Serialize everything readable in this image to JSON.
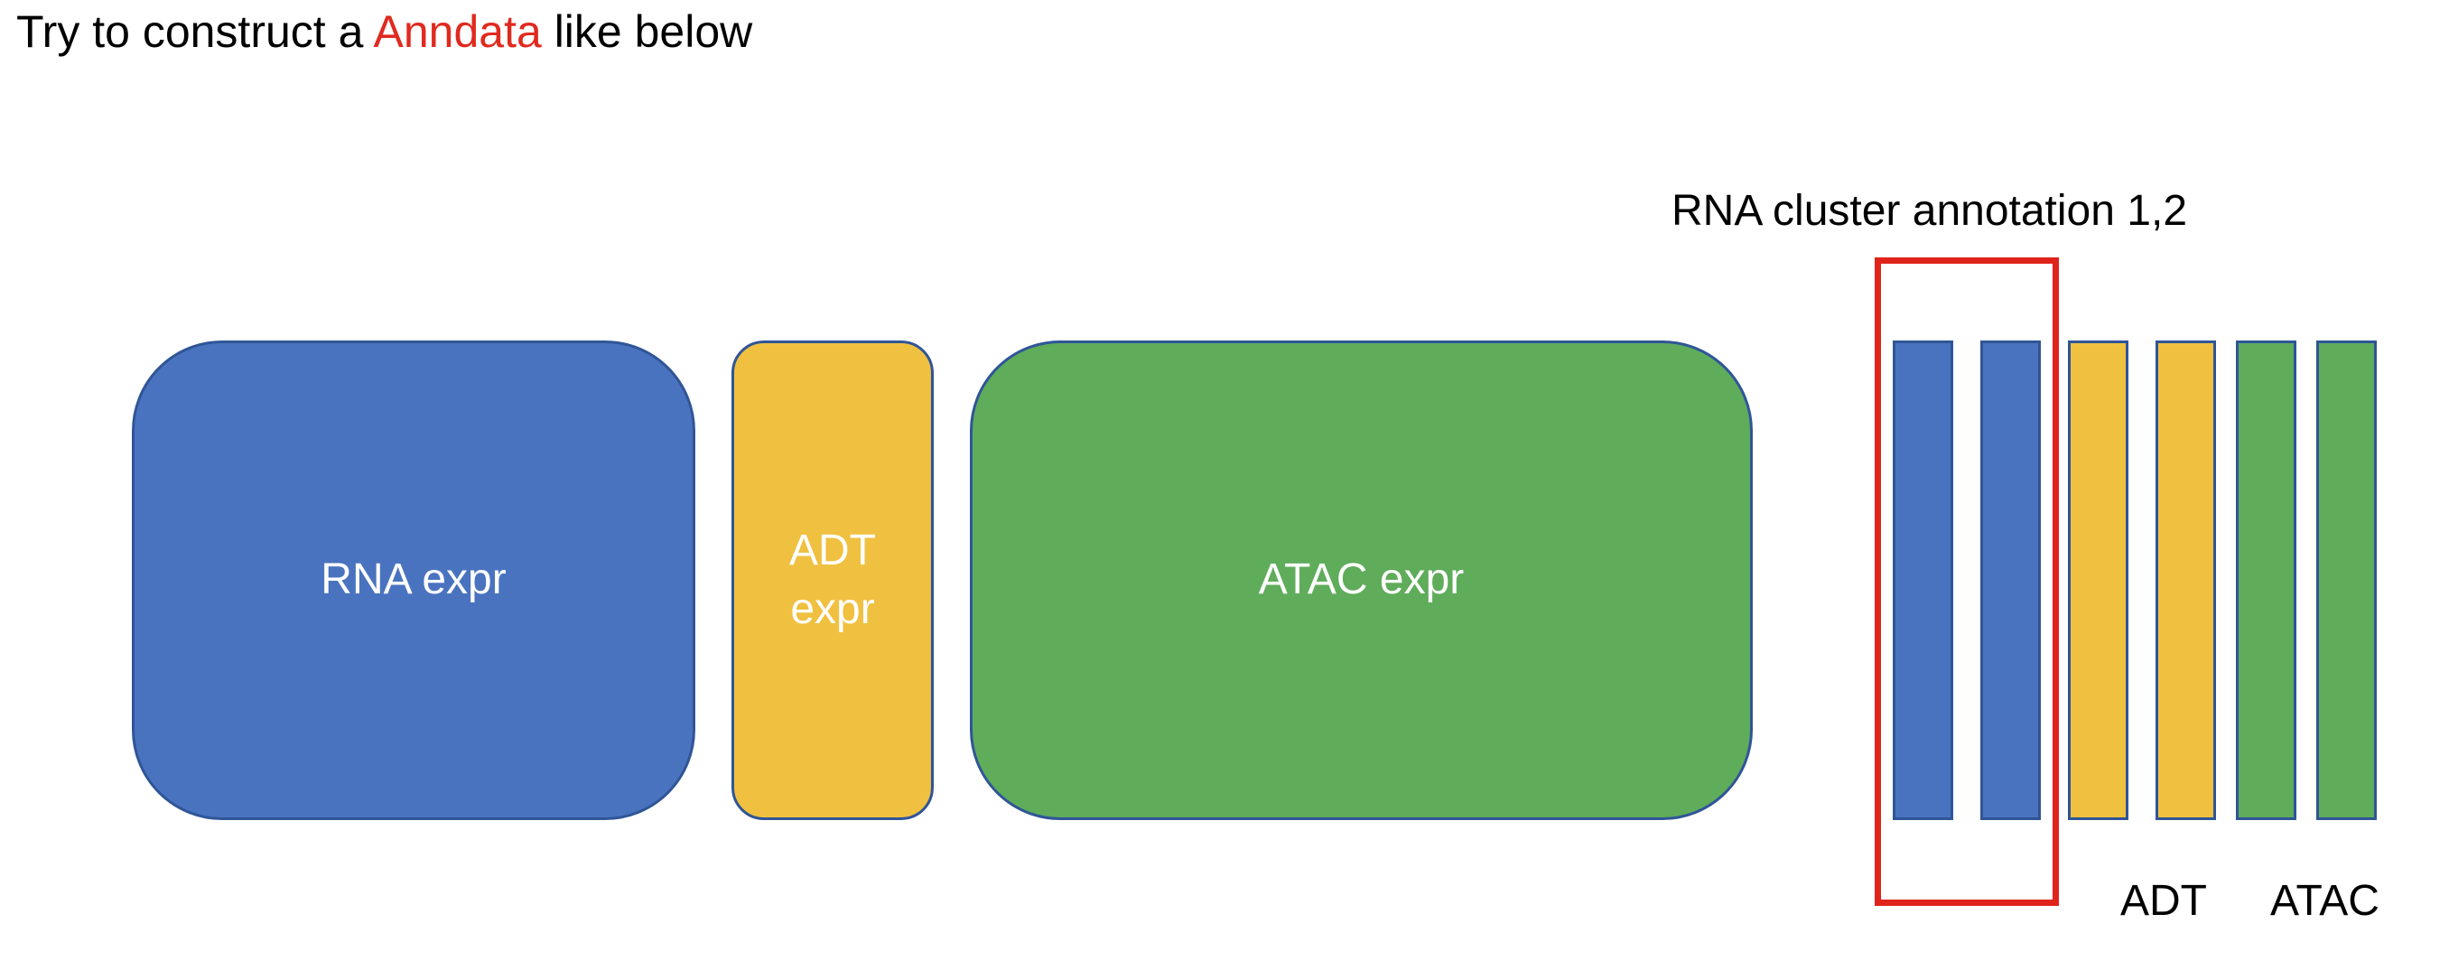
{
  "heading": {
    "prefix": "Try to construct a ",
    "accent": "Anndata",
    "suffix": " like below"
  },
  "blocks": [
    {
      "label_lines": [
        "RNA expr"
      ],
      "color": "#4a73bf"
    },
    {
      "label_lines": [
        "ADT",
        "expr"
      ],
      "color": "#f0c040"
    },
    {
      "label_lines": [
        "ATAC expr"
      ],
      "color": "#5fac5b"
    }
  ],
  "annotation_columns": [
    {
      "color": "#4a73bf"
    },
    {
      "color": "#4a73bf"
    },
    {
      "color": "#f0c040"
    },
    {
      "color": "#f0c040"
    },
    {
      "color": "#5fac5b"
    },
    {
      "color": "#5fac5b"
    }
  ],
  "labels": {
    "cluster": "RNA cluster annotation 1,2",
    "adt": "ADT",
    "atac": "ATAC"
  },
  "colors": {
    "accent": "#e02a1f",
    "highlight": "#e0231b",
    "border": "#2f5597"
  }
}
